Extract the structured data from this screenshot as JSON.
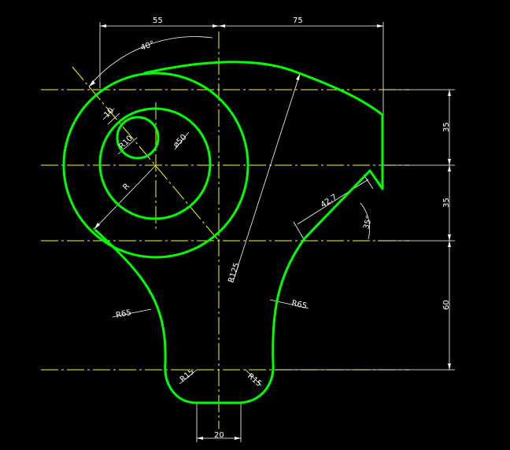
{
  "colors": {
    "background": "#000000",
    "outline": "#00ff00",
    "centerline": "#ffff00",
    "dimension": "#ffffff"
  },
  "dimensions": {
    "top_left": "55",
    "top_right": "75",
    "angle_top": "40°",
    "offset_10": "10",
    "radius_r10": "R10",
    "diameter_50": "ø50",
    "radius_r": "R",
    "radius_r125": "R125",
    "length_427": "42.7",
    "angle_35": "35°",
    "right_35_top": "35",
    "right_35_mid": "35",
    "right_60": "60",
    "radius_r65_left": "R65",
    "radius_r65_right": "R65",
    "radius_r15_left": "R15",
    "radius_r15_right": "R15",
    "bottom_20": "20"
  }
}
